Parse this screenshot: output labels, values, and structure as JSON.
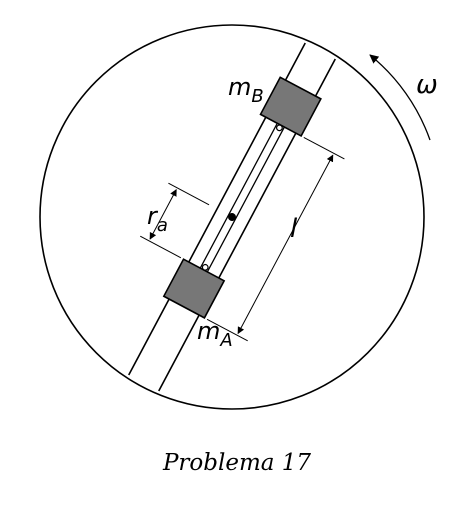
{
  "labels": {
    "mass_b": "m",
    "mass_b_sub": "B",
    "mass_a": "m",
    "mass_a_sub": "A",
    "radius": "r",
    "radius_sub": "a",
    "length": "l",
    "omega": "ω"
  },
  "caption": "Problema 17",
  "colors": {
    "line": "#000000",
    "block_fill": "#777777",
    "background": "#ffffff"
  },
  "icons": {
    "rotation_arrow": "curved-arrow-icon"
  }
}
